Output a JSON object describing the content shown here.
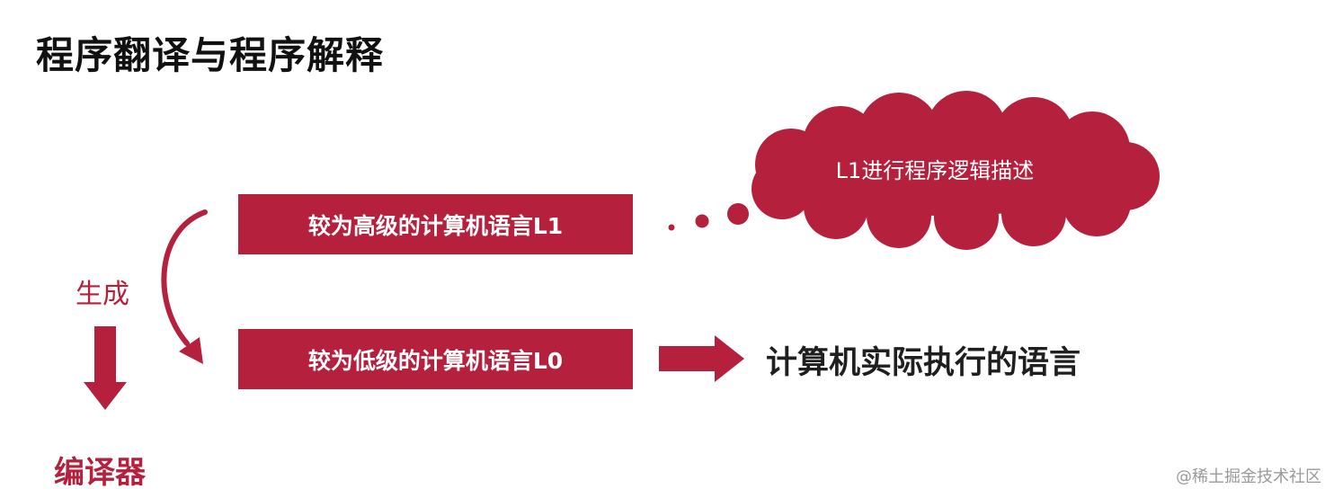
{
  "title": "程序翻译与程序解释",
  "boxes": {
    "high_level": "较为高级的计算机语言L1",
    "low_level": "较为低级的计算机语言L0"
  },
  "cloud": {
    "text": "L1进行程序逻辑描述"
  },
  "execution_text": "计算机实际执行的语言",
  "generate_label": "生成",
  "compiler_label": "编译器",
  "watermark": "@稀土掘金技术社区",
  "colors": {
    "accent": "#b5203d",
    "title": "#111111",
    "text": "#1f1f1f"
  }
}
